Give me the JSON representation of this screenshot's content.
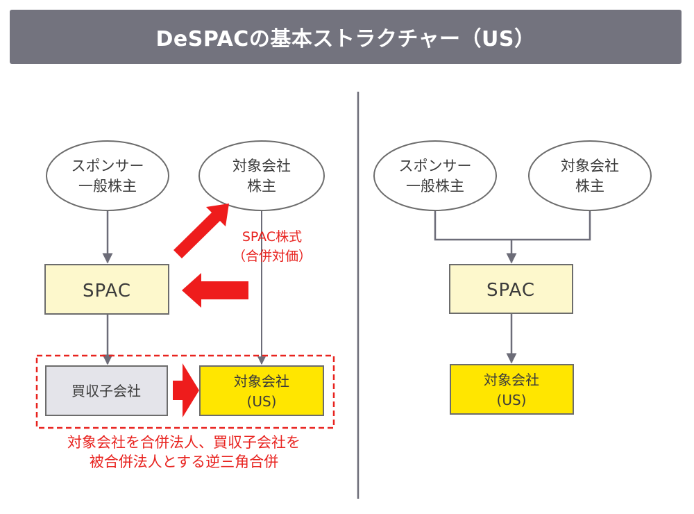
{
  "header": {
    "title": "DeSPACの基本ストラクチャー（US）"
  },
  "colors": {
    "title_bg": "#73737e",
    "connector": "#6c6c78",
    "spac_fill": "#fdf8cc",
    "target_fill": "#ffe600",
    "acq_sub_fill": "#e4e4ea",
    "accent_red": "#ee1c1c"
  },
  "left": {
    "sponsor": {
      "line1": "スポンサー",
      "line2": "一般株主"
    },
    "target_holders": {
      "line1": "対象会社",
      "line2": "株主"
    },
    "spac": {
      "label": "SPAC"
    },
    "acq_sub": {
      "label": "買収子会社"
    },
    "target": {
      "line1": "対象会社",
      "line2": "(US)"
    },
    "consideration": {
      "line1": "SPAC株式",
      "line2": "（合併対価）"
    },
    "note": {
      "line1": "対象会社を合併法人、買収子会社を",
      "line2": "被合併法人とする逆三角合併"
    }
  },
  "right": {
    "sponsor": {
      "line1": "スポンサー",
      "line2": "一般株主"
    },
    "target_holders": {
      "line1": "対象会社",
      "line2": "株主"
    },
    "spac": {
      "label": "SPAC"
    },
    "target": {
      "line1": "対象会社",
      "line2": "(US)"
    }
  }
}
